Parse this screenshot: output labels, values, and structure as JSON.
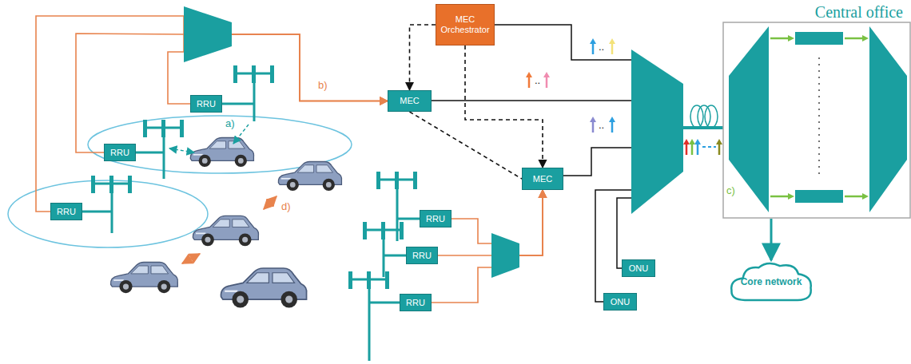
{
  "diagram": {
    "nodes": [
      {
        "text": [
          "MEC Orchestrator"
        ]
      },
      {
        "text": [
          "MEC"
        ]
      },
      {
        "text": [
          "MEC"
        ]
      },
      {
        "text": [
          "Central office"
        ]
      },
      {
        "text": [
          "RRU"
        ]
      },
      {
        "text": [
          "RRU"
        ]
      },
      {
        "text": [
          "RRU"
        ]
      },
      {
        "text": [
          "RRU"
        ]
      },
      {
        "text": [
          "RRU"
        ]
      },
      {
        "text": [
          "RRU"
        ]
      },
      {
        "text": [
          "ONU"
        ]
      },
      {
        "text": [
          "ONU"
        ]
      },
      {
        "text": [
          "Core network"
        ]
      }
    ],
    "edges": [
      {
        "from": 0,
        "to": 1,
        "arrow": "to"
      },
      {
        "from": 0,
        "to": 2,
        "arrow": "to"
      },
      {
        "from": 4,
        "to": 1,
        "arrow": "to"
      },
      {
        "from": 5,
        "to": 1,
        "arrow": "to"
      },
      {
        "from": 6,
        "to": 1,
        "arrow": "to"
      },
      {
        "from": 7,
        "to": 2,
        "arrow": "to"
      },
      {
        "from": 8,
        "to": 2,
        "arrow": "to"
      },
      {
        "from": 9,
        "to": 2,
        "arrow": "to"
      },
      {
        "from": 1,
        "to": 2,
        "arrow": "none"
      },
      {
        "from": 3,
        "to": 12,
        "arrow": "to"
      }
    ],
    "labels": [
      "a)",
      "b)",
      "c)",
      "d)",
      "..",
      "..",
      ".."
    ]
  }
}
